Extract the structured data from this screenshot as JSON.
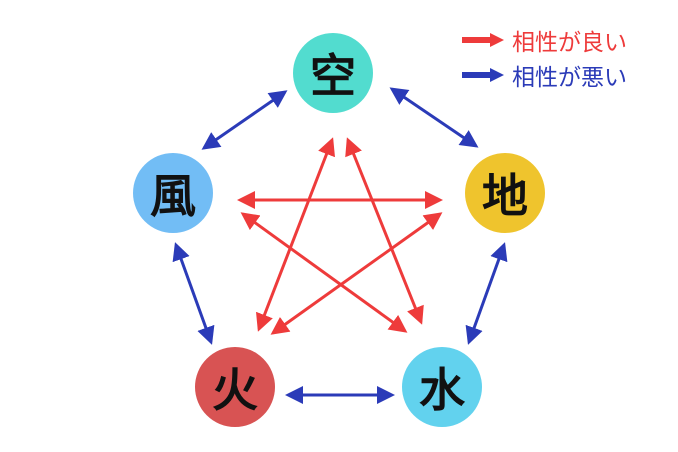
{
  "legend": [
    {
      "label": "相性が良い",
      "color": "#ee3b3b"
    },
    {
      "label": "相性が悪い",
      "color": "#2b3bb8"
    }
  ],
  "nodes": {
    "sky": {
      "label": "空",
      "color": "#52dccf"
    },
    "earth": {
      "label": "地",
      "color": "#efc42d"
    },
    "water": {
      "label": "水",
      "color": "#62d2ee"
    },
    "fire": {
      "label": "火",
      "color": "#d85353"
    },
    "wind": {
      "label": "風",
      "color": "#72bdf5"
    }
  },
  "relations": {
    "good": [
      [
        "wind",
        "earth"
      ],
      [
        "wind",
        "water"
      ],
      [
        "earth",
        "fire"
      ],
      [
        "sky",
        "fire"
      ],
      [
        "sky",
        "water"
      ]
    ],
    "bad": [
      [
        "sky",
        "wind"
      ],
      [
        "sky",
        "earth"
      ],
      [
        "wind",
        "fire"
      ],
      [
        "earth",
        "water"
      ],
      [
        "fire",
        "water"
      ]
    ]
  }
}
